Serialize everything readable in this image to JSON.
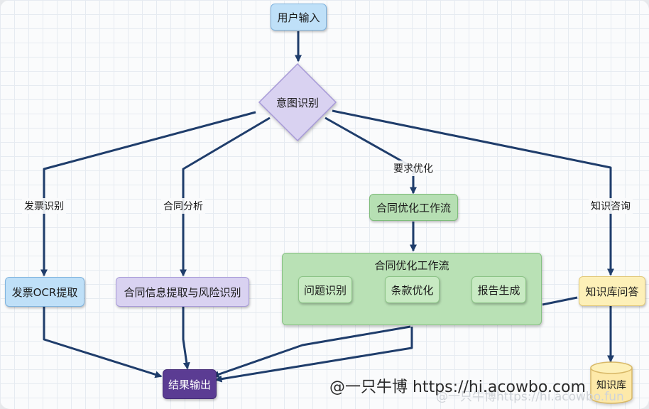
{
  "nodes": {
    "user_input": "用户输入",
    "intent": "意图识别",
    "invoice_ocr": "发票OCR提取",
    "contract_extract": "合同信息提取与风险识别",
    "contract_workflow": "合同优化工作流",
    "kb_qa": "知识库问答",
    "knowledge_base": "知识库",
    "output": "结果输出"
  },
  "group": {
    "title": "合同优化工作流",
    "steps": [
      "问题识别",
      "条款优化",
      "报告生成"
    ]
  },
  "edge_labels": {
    "invoice": "发票识别",
    "contract": "合同分析",
    "optimize": "要求优化",
    "knowledge": "知识咨询"
  },
  "watermark": {
    "main": "@一只牛博 https://hi.acowbo.com",
    "sub": "@一只牛博https://hi.acowbo.fun"
  },
  "colors": {
    "edge": "#1f3d6b",
    "blue_node": "#bfe0f8",
    "green_node": "#b6dfb3",
    "purple_node": "#d9d2f1",
    "yellow_node": "#fdf0b8",
    "output_node": "#5b3c93"
  }
}
